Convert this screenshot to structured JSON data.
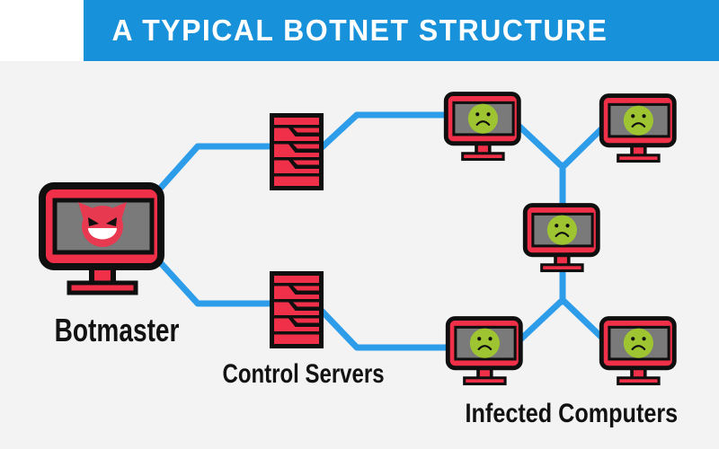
{
  "title": "A TYPICAL BOTNET STRUCTURE",
  "labels": {
    "botmaster": "Botmaster",
    "control_servers": "Control Servers",
    "infected_computers": "Infected Computers"
  },
  "colors": {
    "background": "#f3f3f4",
    "banner-blue": "#1791da",
    "line-blue": "#2d9ce9",
    "red": "#f03048",
    "face-red": "#e73a50",
    "infected-green": "#9ec431",
    "screen-gray": "#7a7a7a",
    "ink": "#0f0f0f"
  },
  "diagram": {
    "type": "network-topology",
    "nodes": [
      {
        "id": "botmaster",
        "label": "Botmaster",
        "icon": "devil-monitor-icon"
      },
      {
        "id": "control-server-1",
        "group_label": "Control Servers",
        "icon": "server-icon"
      },
      {
        "id": "control-server-2",
        "group_label": "Control Servers",
        "icon": "server-icon"
      },
      {
        "id": "infected-1",
        "group_label": "Infected Computers",
        "icon": "sad-monitor-icon"
      },
      {
        "id": "infected-2",
        "group_label": "Infected Computers",
        "icon": "sad-monitor-icon"
      },
      {
        "id": "infected-3",
        "group_label": "Infected Computers",
        "icon": "sad-monitor-icon"
      },
      {
        "id": "infected-4",
        "group_label": "Infected Computers",
        "icon": "sad-monitor-icon"
      },
      {
        "id": "infected-5",
        "group_label": "Infected Computers",
        "icon": "sad-monitor-icon"
      }
    ],
    "edges": [
      [
        "botmaster",
        "control-server-1"
      ],
      [
        "botmaster",
        "control-server-2"
      ],
      [
        "control-server-1",
        "infected-1"
      ],
      [
        "control-server-2",
        "infected-4"
      ],
      [
        "infected-1",
        "infected-3"
      ],
      [
        "infected-2",
        "infected-3"
      ],
      [
        "infected-3",
        "infected-4"
      ],
      [
        "infected-3",
        "infected-5"
      ]
    ]
  }
}
